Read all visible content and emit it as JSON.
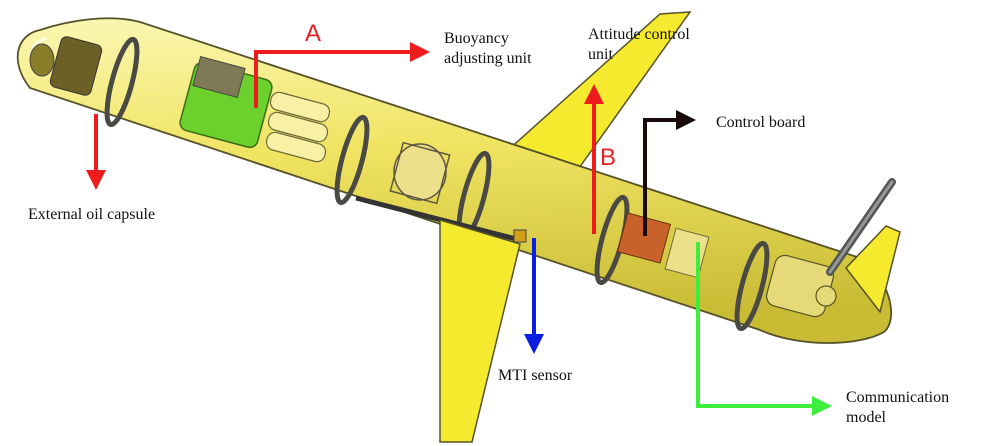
{
  "labels": {
    "buoyancy_line1": "Buoyancy",
    "buoyancy_line2": "adjusting unit",
    "attitude_line1": "Attitude control",
    "attitude_line2": "unit",
    "control_board": "Control board",
    "external_oil": "External oil capsule",
    "mti_sensor": "MTI sensor",
    "comm_line1": "Communication",
    "comm_line2": "model"
  },
  "markers": {
    "a": "A",
    "b": "B"
  },
  "colors": {
    "hull": "#f3ea6a",
    "wing": "#f5ea2e",
    "outline": "#55522a",
    "red_arrow": "#ee1c1c",
    "black_arrow": "#1a0a0a",
    "blue_arrow": "#0a1ee0",
    "green_arrow": "#3dee3d",
    "green_cylinder": "#6cd12c",
    "orange_board": "#c9622a"
  }
}
